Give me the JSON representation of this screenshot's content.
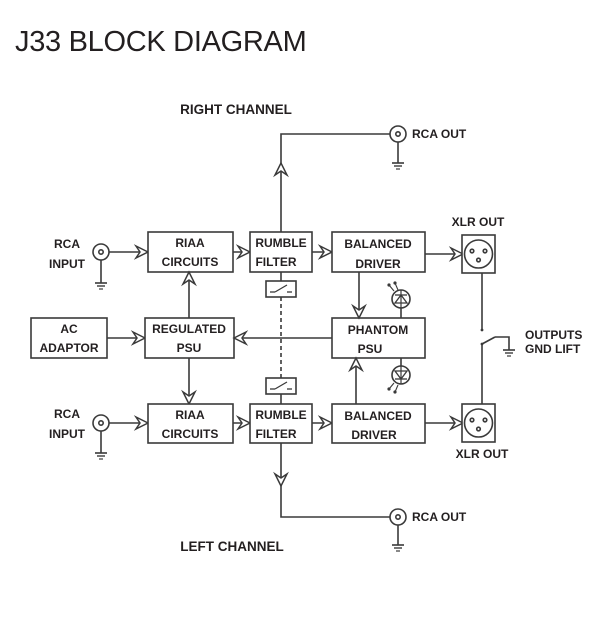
{
  "title": "J33 BLOCK DIAGRAM",
  "channels": {
    "right": "RIGHT CHANNEL",
    "left": "LEFT CHANNEL"
  },
  "blocks": {
    "riaa": [
      "RIAA",
      "CIRCUITS"
    ],
    "rumble": [
      "RUMBLE",
      "FILTER"
    ],
    "balanced": [
      "BALANCED",
      "DRIVER"
    ],
    "ac_adaptor": [
      "AC",
      "ADAPTOR"
    ],
    "regulated_psu": [
      "REGULATED",
      "PSU"
    ],
    "phantom_psu": [
      "PHANTOM",
      "PSU"
    ]
  },
  "connectors": {
    "rca_input": [
      "RCA",
      "INPUT"
    ],
    "rca_out": "RCA OUT",
    "xlr_out": "XLR OUT",
    "gnd_lift": [
      "OUTPUTS",
      "GND LIFT"
    ]
  }
}
